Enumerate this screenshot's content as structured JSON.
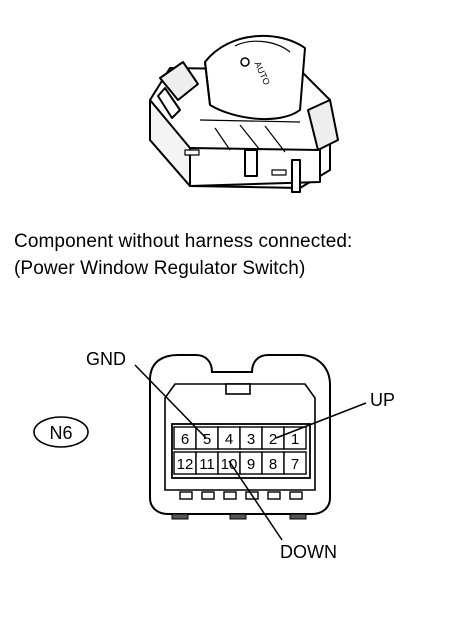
{
  "caption": {
    "line1": "Component without harness connected:",
    "line2": "(Power Window Regulator Switch)"
  },
  "switch_illustration": {
    "imprint": "AUTO"
  },
  "connector": {
    "id": "N6",
    "top_row": [
      "6",
      "5",
      "4",
      "3",
      "2",
      "1"
    ],
    "bottom_row": [
      "12",
      "11",
      "10",
      "9",
      "8",
      "7"
    ]
  },
  "callouts": {
    "gnd": "GND",
    "up": "UP",
    "down": "DOWN"
  }
}
